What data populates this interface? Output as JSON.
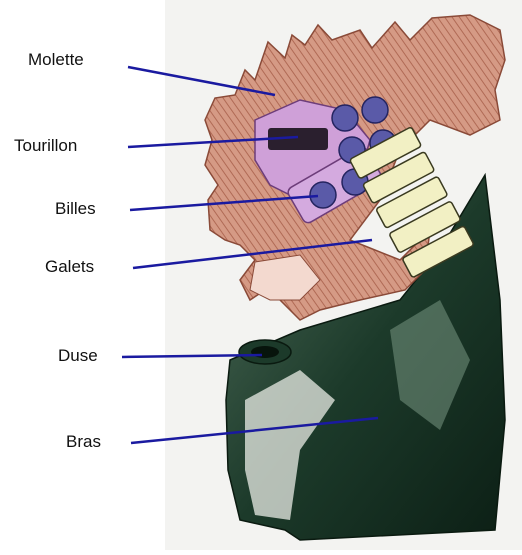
{
  "labels": {
    "molette": "Molette",
    "tourillon": "Tourillon",
    "billes": "Billes",
    "galets": "Galets",
    "duse": "Duse",
    "bras": "Bras"
  },
  "colors": {
    "cone_fill": "#d59a85",
    "cone_hatch": "#b06a55",
    "journal_fill": "#cfa0d8",
    "ball_fill": "#5a5aa8",
    "roller_fill": "#f2f0c4",
    "arm_fill": "#1c3a2a",
    "leader_line": "#1a1aa0"
  }
}
